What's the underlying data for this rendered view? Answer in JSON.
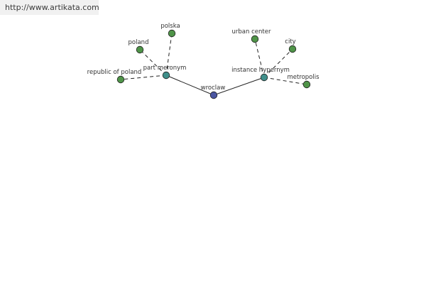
{
  "source": {
    "url_text": "http://www.artikata.com"
  },
  "colors": {
    "root": "#4a55a0",
    "relation": "#3f8f8a",
    "leaf": "#4f9448",
    "edge": "#222222"
  },
  "graph": {
    "root": {
      "id": "root",
      "label": "wroclaw"
    },
    "relations": [
      {
        "id": "rel1",
        "label": "part meronym"
      },
      {
        "id": "rel2",
        "label": "instance hypernym"
      }
    ],
    "leaves": [
      {
        "id": "leaf1",
        "relation": "rel1",
        "label": "republic of poland"
      },
      {
        "id": "leaf2",
        "relation": "rel1",
        "label": "poland"
      },
      {
        "id": "leaf3",
        "relation": "rel1",
        "label": "polska"
      },
      {
        "id": "leaf4",
        "relation": "rel2",
        "label": "urban center"
      },
      {
        "id": "leaf5",
        "relation": "rel2",
        "label": "city"
      },
      {
        "id": "leaf6",
        "relation": "rel2",
        "label": "metropolis"
      }
    ]
  }
}
